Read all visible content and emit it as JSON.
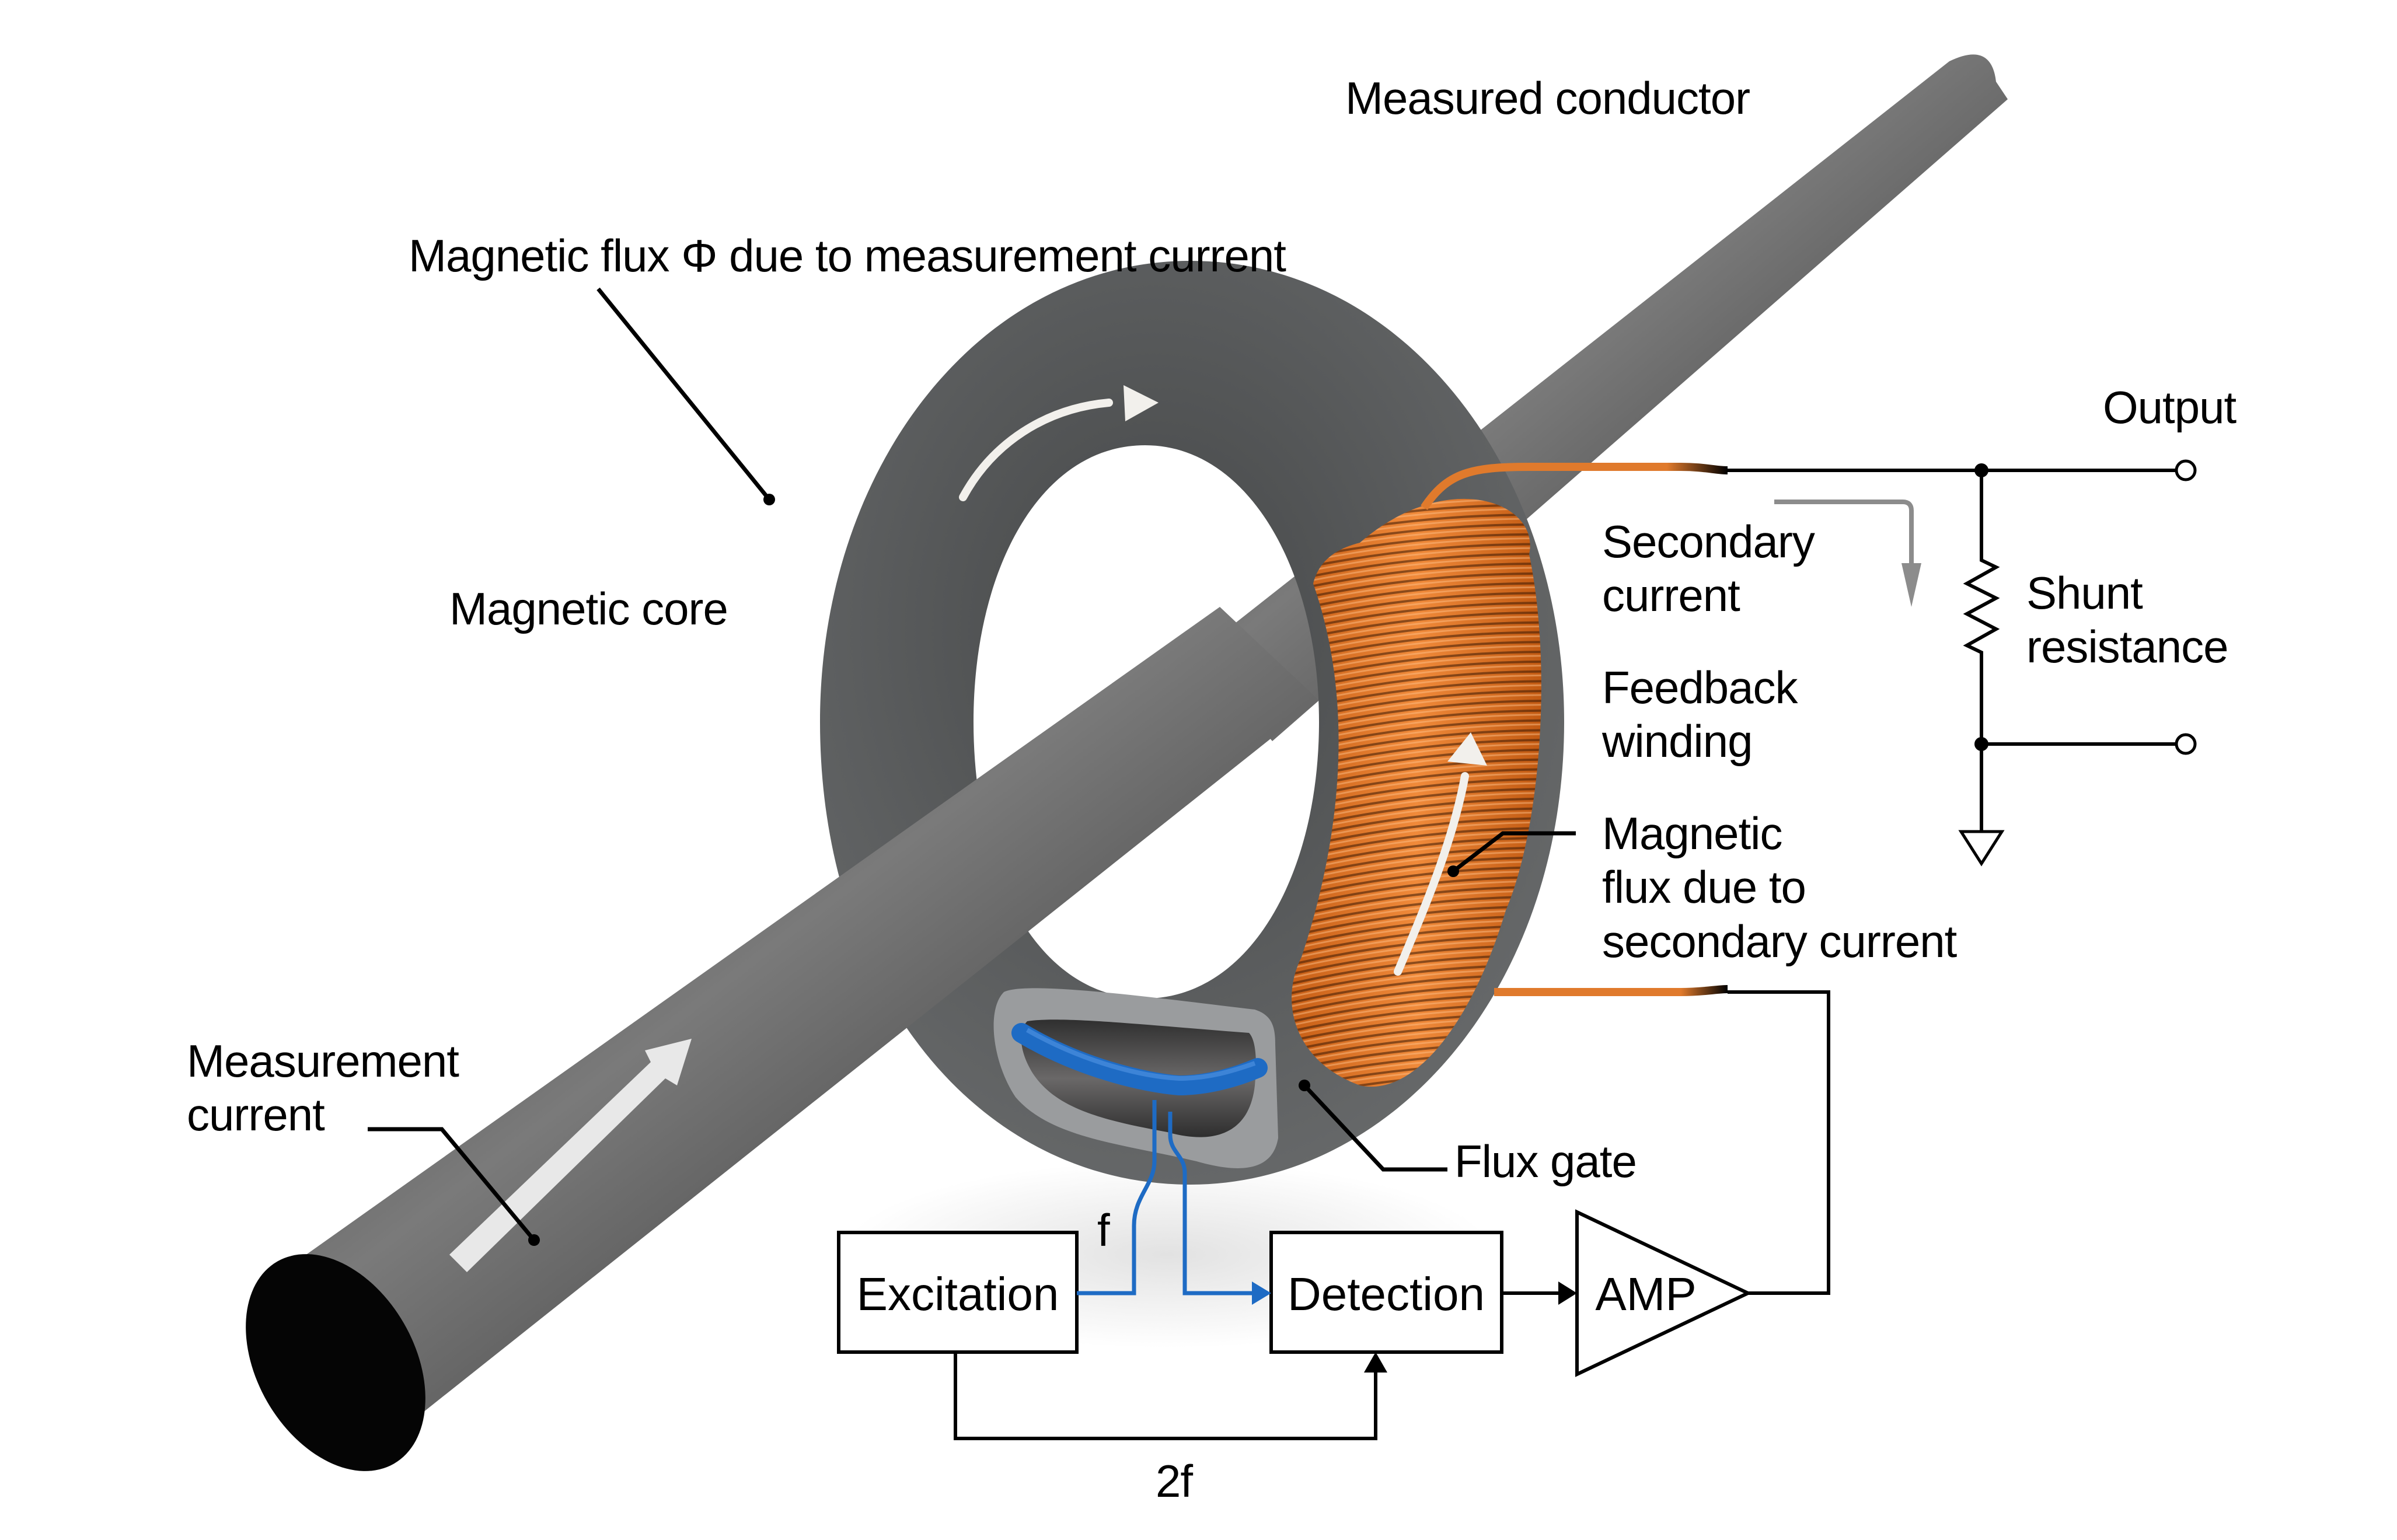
{
  "title": "Fluxgate current sensor principle",
  "labels": {
    "measured_conductor": "Measured conductor",
    "magnetic_flux_phi": "Magnetic flux Φ due to measurement current",
    "magnetic_core": "Magnetic core",
    "output": "Output",
    "secondary_current_line1": "Secondary",
    "secondary_current_line2": "current",
    "shunt_resistance_line1": "Shunt",
    "shunt_resistance_line2": "resistance",
    "feedback_winding_line1": "Feedback",
    "feedback_winding_line2": "winding",
    "flux_secondary_line1": "Magnetic",
    "flux_secondary_line2": "flux due to",
    "flux_secondary_line3": "secondary current",
    "measurement_current_line1": "Measurement",
    "measurement_current_line2": "current",
    "flux_gate": "Flux gate",
    "excitation_freq": "f",
    "detection_ref_freq": "2f"
  },
  "blocks": {
    "excitation": "Excitation",
    "detection": "Detection",
    "amp": "AMP"
  },
  "colors": {
    "core": "#5a5c5d",
    "core_cut": "#9a9c9e",
    "winding": "#e07a2c",
    "flux_gate": "#1e6bc4",
    "rod": "#4a4a4a",
    "secondary_current_arrow": "#8c8c8c",
    "flux_arrow": "#f2f0ec"
  }
}
